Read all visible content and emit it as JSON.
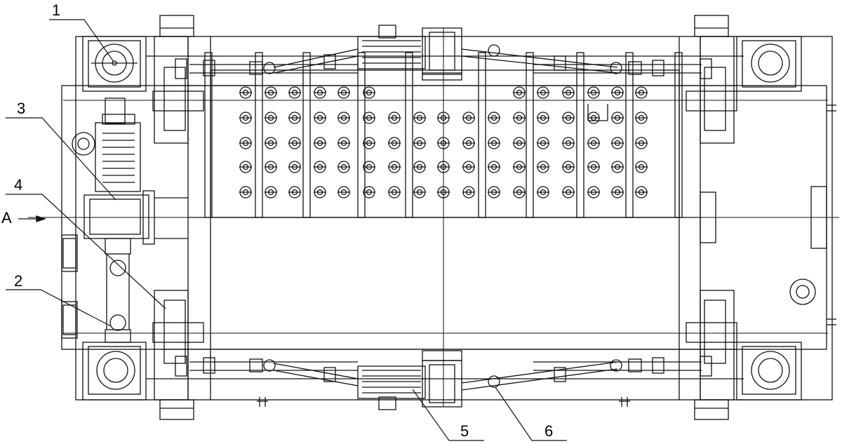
{
  "labels": {
    "l1": "1",
    "l2": "2",
    "l3": "3",
    "l4": "4",
    "l5": "5",
    "l6": "6",
    "view_a": "A"
  }
}
